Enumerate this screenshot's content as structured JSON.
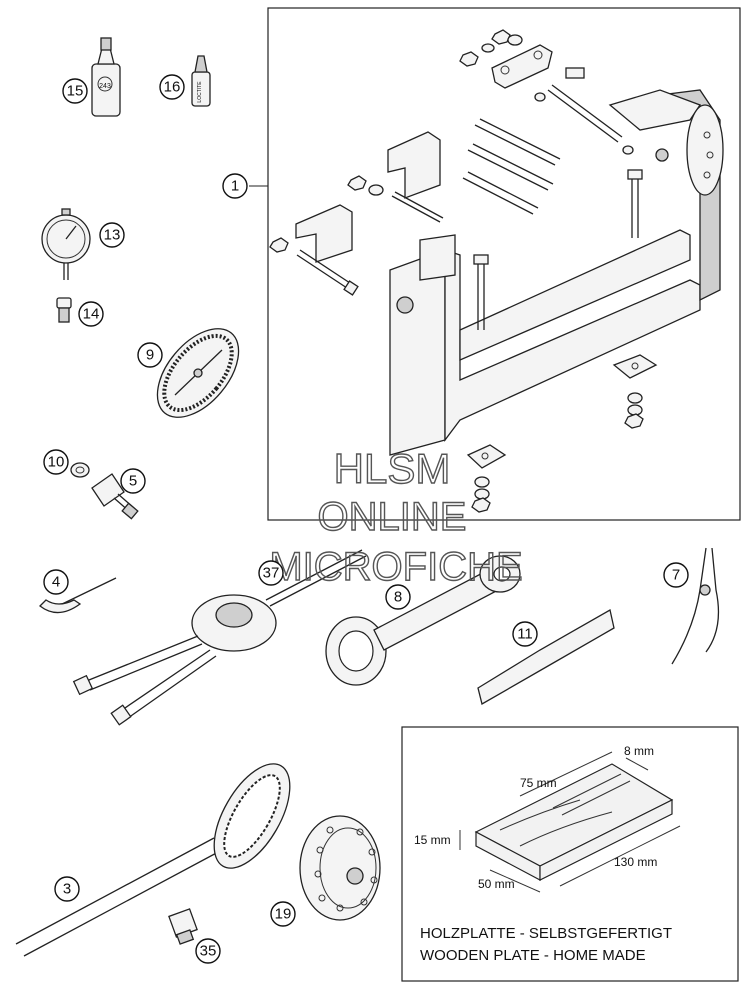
{
  "callouts": {
    "c1": "1",
    "c3": "3",
    "c4": "4",
    "c5": "5",
    "c7": "7",
    "c8": "8",
    "c9": "9",
    "c10": "10",
    "c11": "11",
    "c13": "13",
    "c14": "14",
    "c15": "15",
    "c16": "16",
    "c19": "19",
    "c35": "35",
    "c37": "37"
  },
  "watermark": {
    "line1": "HLSM",
    "line2": "ONLINE",
    "line3": "MICROFICHE"
  },
  "plate": {
    "dim_8": "8 mm",
    "dim_75": "75 mm",
    "dim_15": "15 mm",
    "dim_130": "130 mm",
    "dim_50": "50 mm",
    "note_de": "HOLZPLATTE - SELBSTGEFERTIGT",
    "note_en": "WOODEN PLATE - HOME MADE"
  },
  "product_labels": {
    "loctite_243": "243",
    "loctite_small": "LOCTITE"
  }
}
